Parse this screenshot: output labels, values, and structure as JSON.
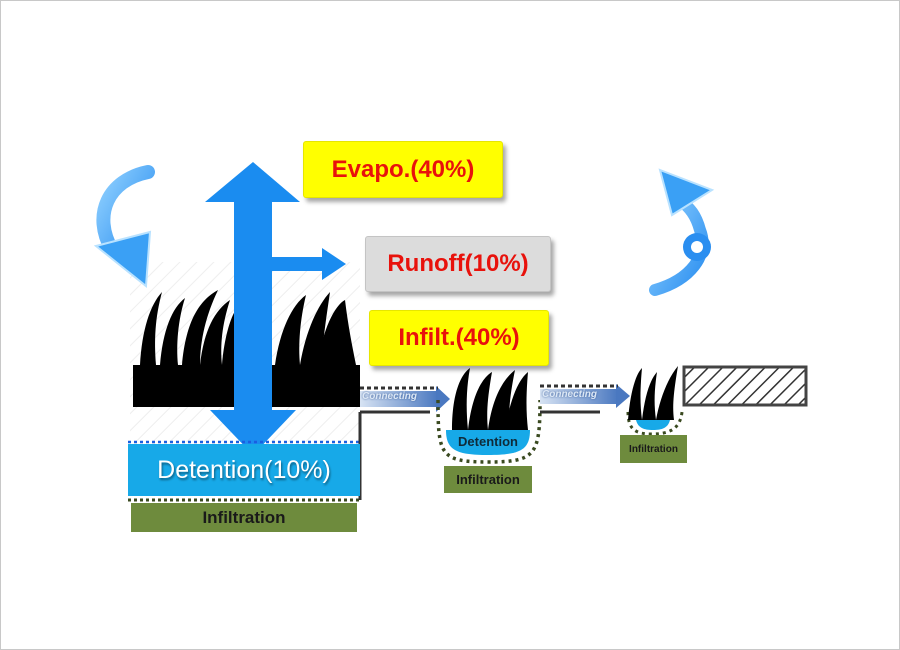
{
  "diagram": {
    "labels": {
      "evaporation": "Evapo.(40%)",
      "runoff": "Runoff(10%)",
      "infiltration_pct": "Infilt.(40%)",
      "detention_main": "Detention(10%)",
      "infiltration_main": "Infiltration",
      "connecting_1": "Connecting",
      "connecting_2": "Connecting",
      "detention_mid": "Detention",
      "infiltration_mid": "Infiltration",
      "infiltration_small": "Infiltration"
    },
    "water_balance": [
      {
        "component": "Evaporation",
        "percent": 40
      },
      {
        "component": "Runoff",
        "percent": 10
      },
      {
        "component": "Infiltration",
        "percent": 40
      },
      {
        "component": "Detention",
        "percent": 10
      }
    ],
    "colors": {
      "arrow_blue": "#1a8cf0",
      "label_red": "#e8120c",
      "label_yellow": "#ffff00",
      "label_gray": "#dcdcdc",
      "detention_blue": "#17a9e8",
      "infiltration_green": "#6e8b3d"
    },
    "icons": [
      "rain-in-curved-arrow",
      "evaporation-out-curved-arrow",
      "grass",
      "impervious-surface-hatch"
    ]
  }
}
